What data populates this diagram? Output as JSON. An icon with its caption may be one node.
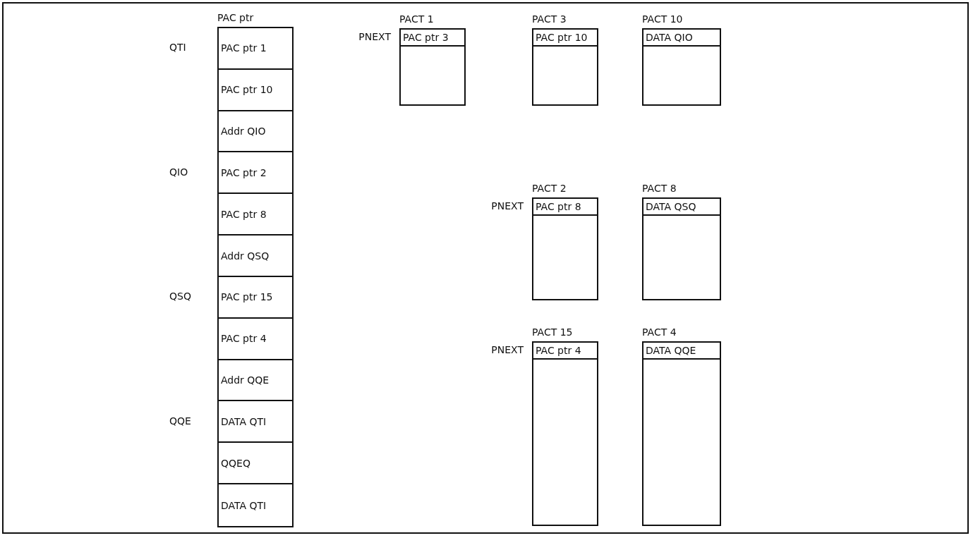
{
  "diagram": {
    "nodes": [
      {
        "text": [
          "PAC ptr"
        ]
      },
      {
        "text": [
          "PAC ptr 1"
        ],
        "in": 0,
        "beside": [
          "QTI"
        ]
      },
      {
        "text": [
          "PAC ptr 10"
        ],
        "in": 0
      },
      {
        "text": [
          "Addr QIO"
        ],
        "in": 0
      },
      {
        "text": [
          "PAC ptr 2"
        ],
        "in": 0,
        "beside": [
          "QIO"
        ]
      },
      {
        "text": [
          "PAC ptr 8"
        ],
        "in": 0
      },
      {
        "text": [
          "Addr QSQ"
        ],
        "in": 0
      },
      {
        "text": [
          "PAC ptr 15"
        ],
        "in": 0,
        "beside": [
          "QSQ"
        ]
      },
      {
        "text": [
          "PAC ptr 4"
        ],
        "in": 0
      },
      {
        "text": [
          "Addr QQE"
        ],
        "in": 0
      },
      {
        "text": [
          "DATA QTI"
        ],
        "in": 0,
        "beside": [
          "QQE"
        ]
      },
      {
        "text": [
          "QQEQ"
        ],
        "in": 0
      },
      {
        "text": [
          "DATA QTI"
        ],
        "in": 0
      },
      {
        "text": [
          "PACT 1"
        ]
      },
      {
        "text": [
          "PAC ptr 3"
        ],
        "in": 13,
        "beside": [
          "PNEXT"
        ]
      },
      {
        "text": [
          "PACT 3"
        ]
      },
      {
        "text": [
          "PAC ptr 10"
        ],
        "in": 15
      },
      {
        "text": [
          "PACT 10"
        ]
      },
      {
        "text": [
          "DATA QIO"
        ],
        "in": 17
      },
      {
        "text": [
          "PACT 2"
        ]
      },
      {
        "text": [
          "PAC ptr 8"
        ],
        "in": 19,
        "beside": [
          "PNEXT"
        ]
      },
      {
        "text": [
          "PACT 8"
        ]
      },
      {
        "text": [
          "DATA QSQ"
        ],
        "in": 21
      },
      {
        "text": [
          "PACT 15"
        ]
      },
      {
        "text": [
          "PAC ptr 4"
        ],
        "in": 23,
        "beside": [
          "PNEXT"
        ]
      },
      {
        "text": [
          "PACT 4"
        ]
      },
      {
        "text": [
          "DATA QQE"
        ],
        "in": 25
      }
    ]
  }
}
